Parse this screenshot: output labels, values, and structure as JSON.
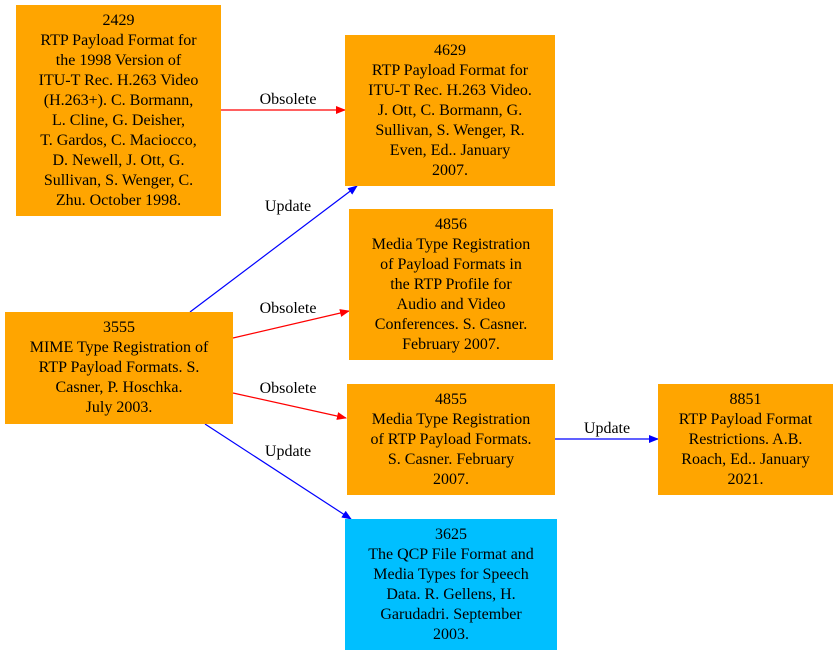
{
  "colors": {
    "node_default": "#ffa500",
    "node_highlight": "#00bfff",
    "edge_obsolete": "#ff0000",
    "edge_update": "#0000ff"
  },
  "nodes": {
    "n2429": {
      "number": "2429",
      "lines": [
        "RTP Payload Format for",
        "the 1998 Version of",
        "ITU-T Rec. H.263 Video",
        "(H.263+). C. Bormann,",
        "L. Cline, G. Deisher,",
        "T. Gardos, C. Maciocco,",
        "D. Newell, J. Ott, G.",
        "Sullivan, S. Wenger, C.",
        "Zhu. October 1998."
      ]
    },
    "n4629": {
      "number": "4629",
      "lines": [
        "RTP Payload Format for",
        "ITU-T Rec. H.263 Video.",
        "J. Ott, C. Bormann, G.",
        "Sullivan, S. Wenger, R.",
        "Even, Ed.. January",
        "2007."
      ]
    },
    "n4856": {
      "number": "4856",
      "lines": [
        "Media Type Registration",
        "of Payload Formats in",
        "the RTP Profile for",
        "Audio and Video",
        "Conferences. S. Casner.",
        "February 2007."
      ]
    },
    "n3555": {
      "number": "3555",
      "lines": [
        "MIME Type Registration of",
        "RTP Payload Formats. S.",
        "Casner, P. Hoschka.",
        "July 2003."
      ]
    },
    "n4855": {
      "number": "4855",
      "lines": [
        "Media Type Registration",
        "of RTP Payload Formats.",
        "S. Casner. February",
        "2007."
      ]
    },
    "n8851": {
      "number": "8851",
      "lines": [
        "RTP Payload Format",
        "Restrictions. A.B.",
        "Roach, Ed.. January",
        "2021."
      ]
    },
    "n3625": {
      "number": "3625",
      "lines": [
        "The QCP File Format and",
        "Media Types for Speech",
        "Data. R. Gellens, H.",
        "Garudadri. September",
        "2003."
      ]
    }
  },
  "edges": [
    {
      "id": "e2429-4629",
      "label": "Obsolete",
      "kind": "obsolete"
    },
    {
      "id": "e3555-4629",
      "label": "Update",
      "kind": "update"
    },
    {
      "id": "e3555-4856",
      "label": "Obsolete",
      "kind": "obsolete"
    },
    {
      "id": "e3555-4855",
      "label": "Obsolete",
      "kind": "obsolete"
    },
    {
      "id": "e3555-3625",
      "label": "Update",
      "kind": "update"
    },
    {
      "id": "e4855-8851",
      "label": "Update",
      "kind": "update"
    }
  ]
}
